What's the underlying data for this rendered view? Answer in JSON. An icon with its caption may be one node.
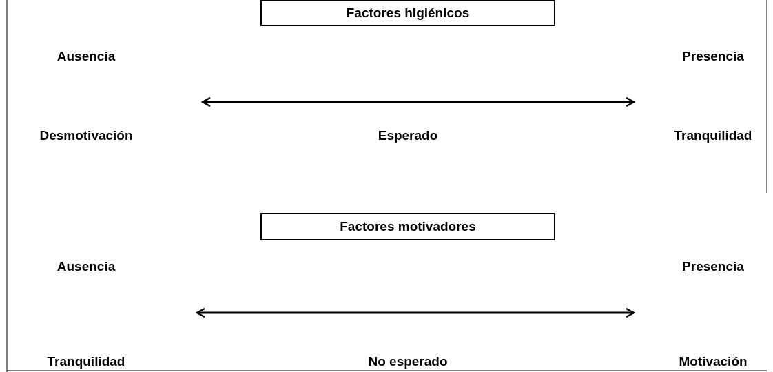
{
  "diagram": {
    "nodes": [
      {
        "text": [
          "Factores higiénicos"
        ]
      },
      {
        "text": [
          "Factores motivadores"
        ]
      }
    ],
    "labels": [
      "Ausencia",
      "Presencia",
      "Desmotivación",
      "Esperado",
      "Tranquilidad",
      "Ausencia",
      "Presencia",
      "Tranquilidad",
      "No esperado",
      "Motivación"
    ]
  }
}
